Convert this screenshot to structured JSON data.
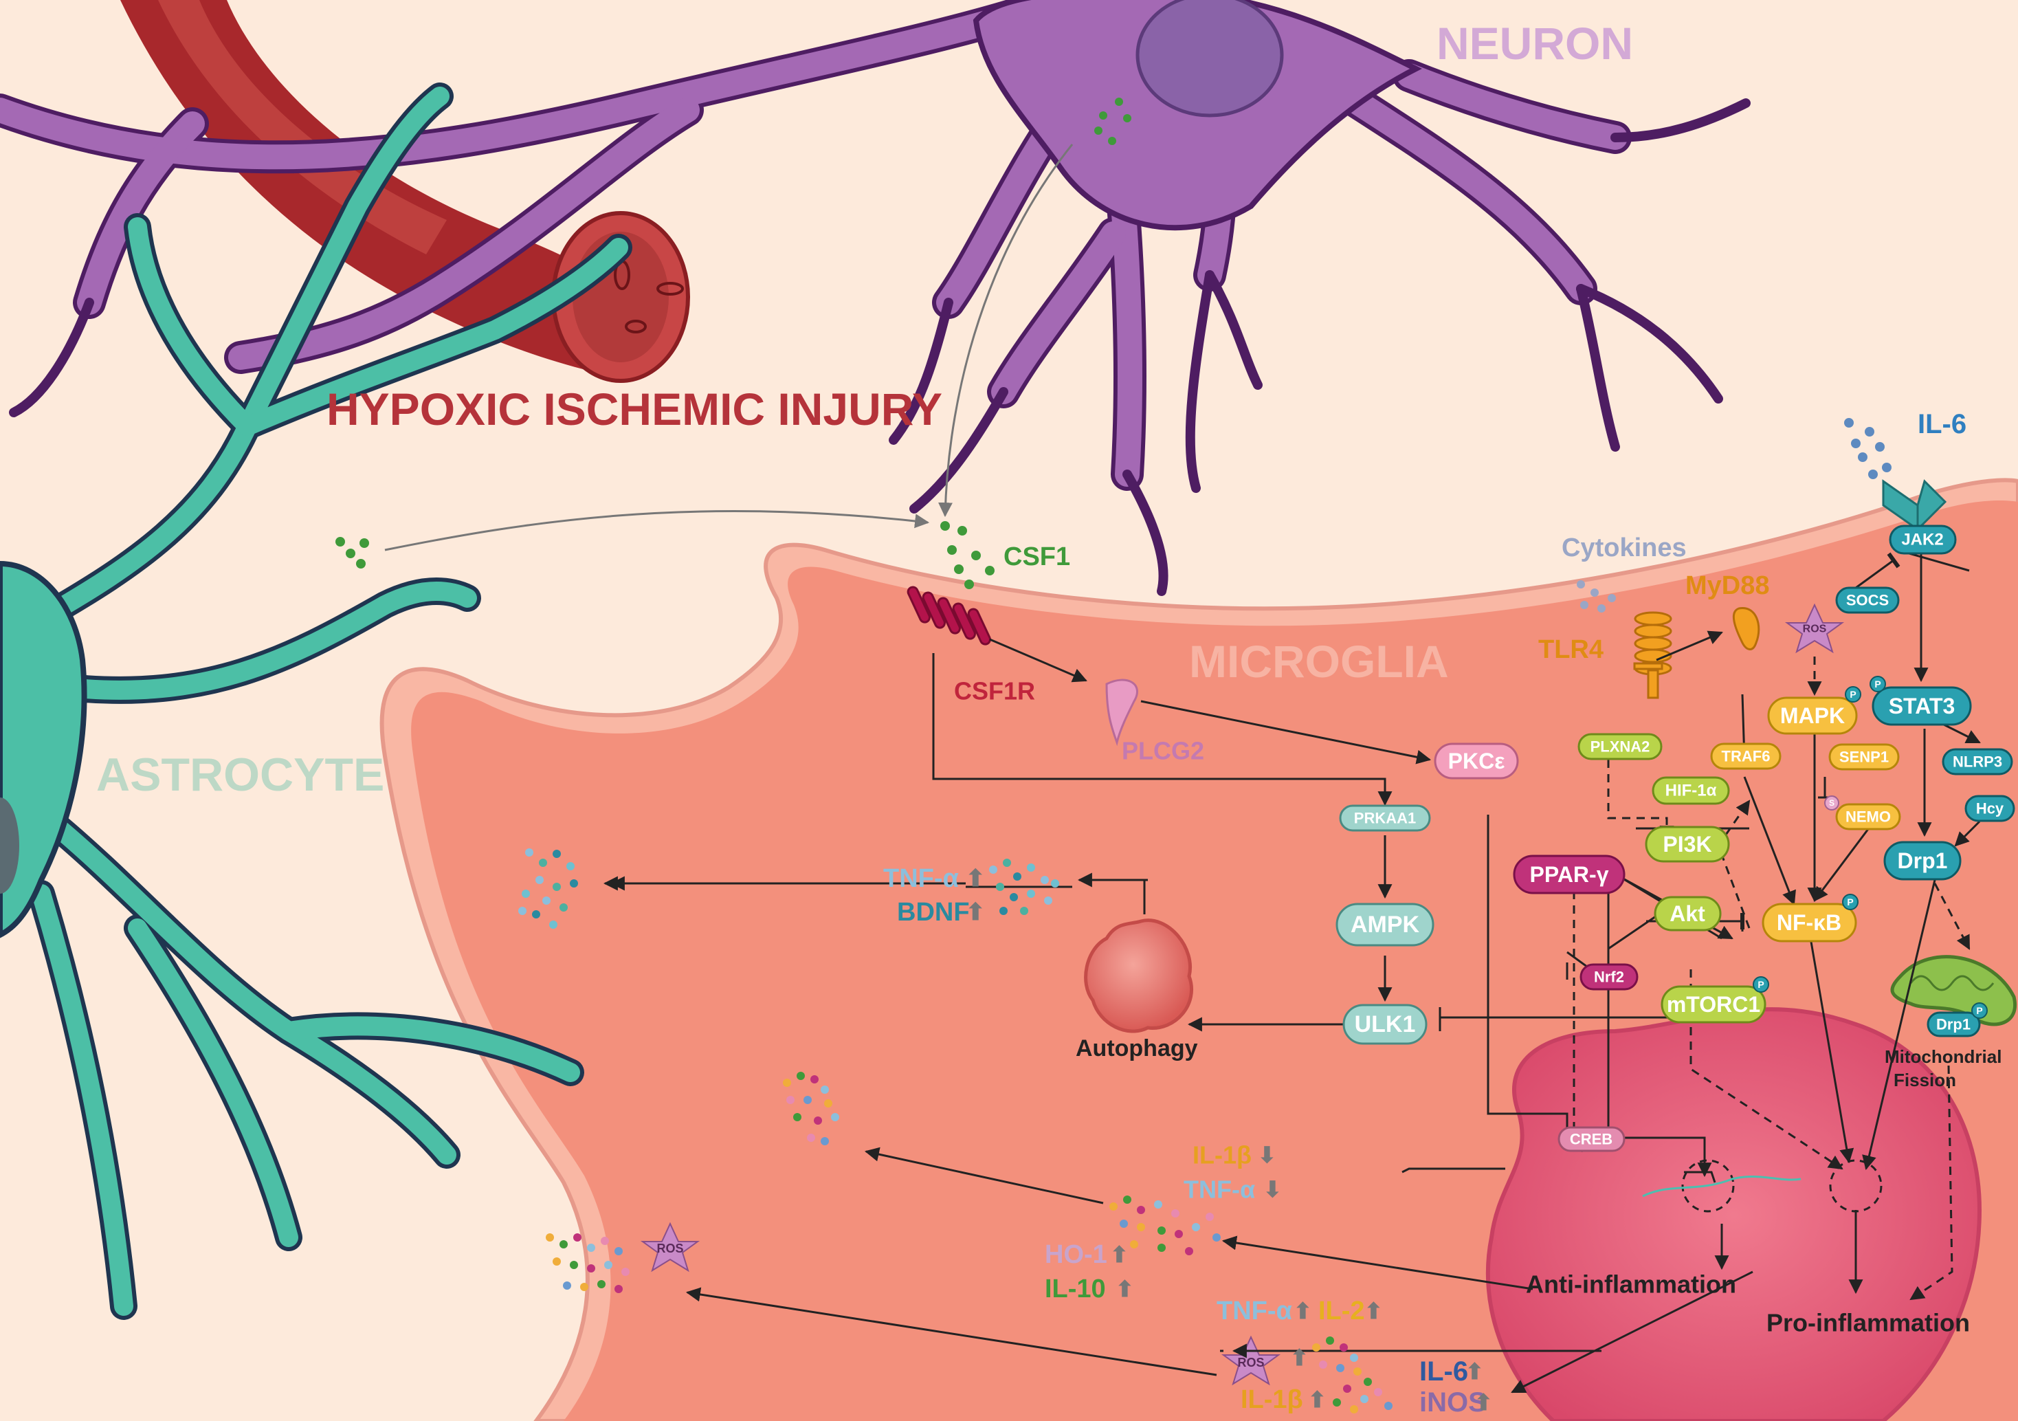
{
  "labels": {
    "neuron": "NEURON",
    "astrocyte": "ASTROCYTE",
    "microglia": "MICROGLIA",
    "injury": "HYPOXIC ISCHEMIC INJURY"
  },
  "molecules": {
    "il6_top": "IL-6",
    "cytokines": "Cytokines",
    "csf1": "CSF1",
    "csf1r": "CSF1R",
    "plcg2": "PLCG2",
    "tlr4": "TLR4",
    "myd88": "MyD88",
    "ros_top": "ROS",
    "jak2": "JAK2",
    "socs": "SOCS",
    "stat3": "STAT3",
    "mapk": "MAPK",
    "senp1": "SENP1",
    "traf6": "TRAF6",
    "nlrp3": "NLRP3",
    "hcy": "Hcy",
    "plxna2": "PLXNA2",
    "hif1a": "HIF-1α",
    "nemo": "NEMO",
    "s_mark": "S",
    "pkce": "PKCε",
    "prkaa1": "PRKAA1",
    "pi3k": "PI3K",
    "pparg": "PPAR-γ",
    "nfkb": "NF-κB",
    "drp1": "Drp1",
    "akt": "Akt",
    "ampk": "AMPK",
    "nrf2": "Nrf2",
    "mtorc1": "mTORC1",
    "ulk1": "ULK1",
    "drp1_p": "Drp1",
    "creb": "CREB",
    "p": "P"
  },
  "outcomes": {
    "autophagy": "Autophagy",
    "mito_fission_1": "Mitochondrial",
    "mito_fission_2": "Fission",
    "anti_inflammation": "Anti-inflammation",
    "pro_inflammation": "Pro-inflammation"
  },
  "secreted": {
    "tnfa_up": "TNF-α",
    "bdnf_up": "BDNF",
    "il1b_down": "IL-1β",
    "tnfa_down": "TNF-α",
    "ho1_up": "HO-1",
    "il10_up": "IL-10",
    "tnfa_up2": "TNF-α",
    "il2_up": "IL-2",
    "ros_bottom": "ROS",
    "il6_up": "IL-6",
    "il1b_up": "IL-1β",
    "inos_up": "iNOS",
    "ros_left": "ROS",
    "up": "⬆",
    "down": "⬇"
  },
  "colors": {
    "background": "#fdeadb",
    "microglia": "#f3907c",
    "nucleus": "#e5607a",
    "neuron": "#9b5aa8",
    "astrocyte": "#4cbfa6",
    "vessel": "#a8282c",
    "injury_text": "#b5333a",
    "csf1_green": "#3f9a3a"
  }
}
